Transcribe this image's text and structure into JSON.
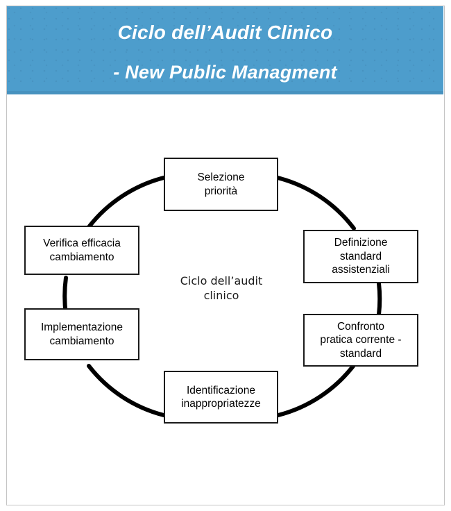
{
  "header": {
    "title": "Ciclo dell’Audit Clinico",
    "subtitle": "- New Public Managment",
    "background_color": "#4d9dcc",
    "text_color": "#ffffff"
  },
  "diagram": {
    "type": "cycle",
    "center_label_line1": "Ciclo dell’audit",
    "center_label_line2": "clinico",
    "box_border_color": "#1a1a1a",
    "arc_color": "#000000",
    "nodes": [
      {
        "id": "selezione-priorita",
        "position": "top",
        "order": 1,
        "line1": "Selezione",
        "line2": "priorità",
        "line3": ""
      },
      {
        "id": "definizione-standard",
        "position": "right-upper",
        "order": 2,
        "line1": "Definizione",
        "line2": "standard",
        "line3": "assistenziali"
      },
      {
        "id": "confronto-pratica",
        "position": "right-lower",
        "order": 3,
        "line1": "Confronto",
        "line2": "pratica corrente -",
        "line3": "standard"
      },
      {
        "id": "identificazione-inappropriatezze",
        "position": "bottom",
        "order": 4,
        "line1": "Identificazione",
        "line2": "inappropriatezze",
        "line3": ""
      },
      {
        "id": "implementazione-cambiamento",
        "position": "left-lower",
        "order": 5,
        "line1": "Implementazione",
        "line2": "cambiamento",
        "line3": ""
      },
      {
        "id": "verifica-efficacia",
        "position": "left-upper",
        "order": 6,
        "line1": "Verifica efficacia",
        "line2": "cambiamento",
        "line3": ""
      }
    ]
  }
}
